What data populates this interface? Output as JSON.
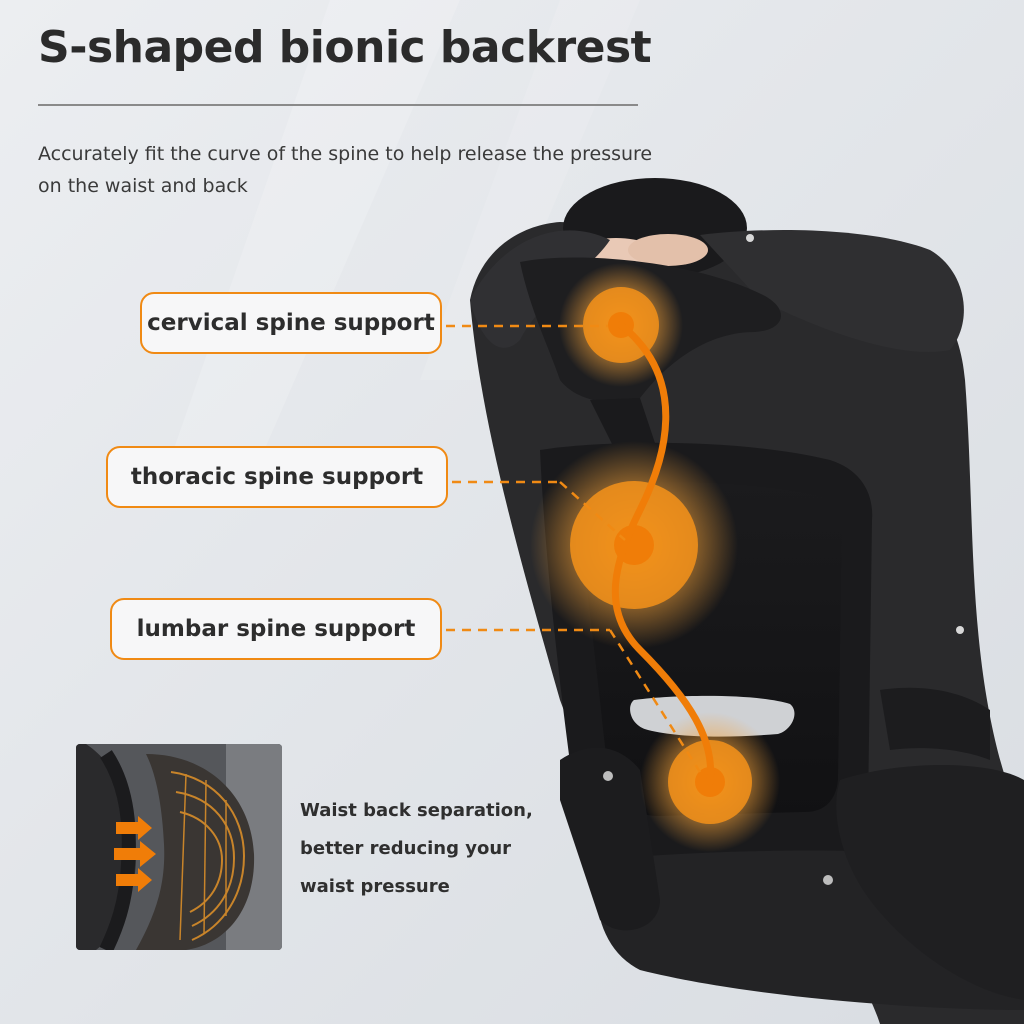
{
  "header": {
    "title": "S-shaped bionic backrest",
    "subtitle": "Accurately fit the curve of the spine to help release the pressure on the waist and back"
  },
  "callouts": [
    {
      "label": "cervical spine support"
    },
    {
      "label": "thoracic spine support"
    },
    {
      "label": "lumbar spine support"
    }
  ],
  "inset": {
    "note_lines": [
      "Waist back separation,",
      "better reducing your",
      "waist pressure"
    ]
  },
  "colors": {
    "accent": "#f08a14",
    "chair": "#1d1d1f",
    "coat": "#2a2a2c"
  }
}
